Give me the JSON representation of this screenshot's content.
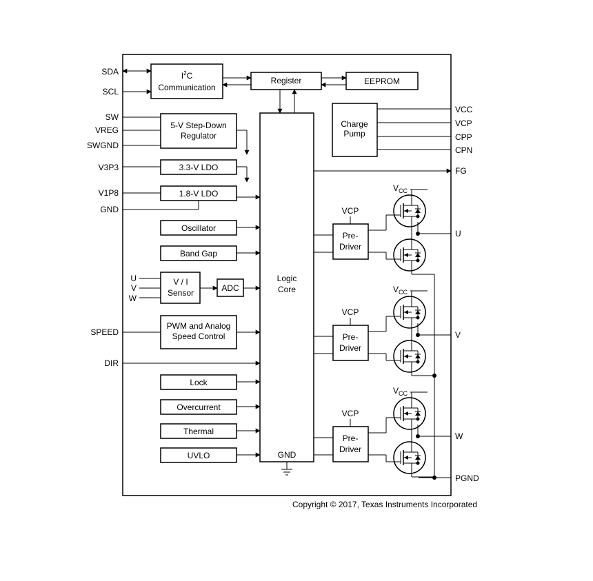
{
  "pins": {
    "sda": "SDA",
    "scl": "SCL",
    "sw": "SW",
    "vreg": "VREG",
    "swgnd": "SWGND",
    "v3p3": "V3P3",
    "v1p8": "V1P8",
    "gnd": "GND",
    "u": "U",
    "v": "V",
    "w": "W",
    "speed": "SPEED",
    "dir": "DIR",
    "vcc": "VCC",
    "vcp": "VCP",
    "cpp": "CPP",
    "cpn": "CPN",
    "fg": "FG",
    "out_u": "U",
    "out_v": "V",
    "out_w": "W",
    "pgnd": "PGND"
  },
  "blocks": {
    "i2c_line1": "I",
    "i2c_sup": "2",
    "i2c_c": "C",
    "i2c_line2": "Communication",
    "register": "Register",
    "eeprom": "EEPROM",
    "charge_pump_line1": "Charge",
    "charge_pump_line2": "Pump",
    "stepdown_line1": "5-V Step-Down",
    "stepdown_line2": "Regulator",
    "ldo33": "3.3-V LDO",
    "ldo18": "1.8-V LDO",
    "oscillator": "Oscillator",
    "bandgap": "Band Gap",
    "vi_line1": "V / I",
    "vi_line2": "Sensor",
    "adc": "ADC",
    "pwm_line1": "PWM and Analog",
    "pwm_line2": "Speed Control",
    "lock": "Lock",
    "overcurrent": "Overcurrent",
    "thermal": "Thermal",
    "uvlo": "UVLO",
    "logic_line1": "Logic",
    "logic_line2": "Core",
    "logic_gnd": "GND",
    "predriver_line1": "Pre-",
    "predriver_line2": "Driver",
    "predriver_vcp": "VCP",
    "vcc_label_v": "V",
    "vcc_label_cc": "CC"
  },
  "copyright": "Copyright © 2017, Texas Instruments Incorporated"
}
